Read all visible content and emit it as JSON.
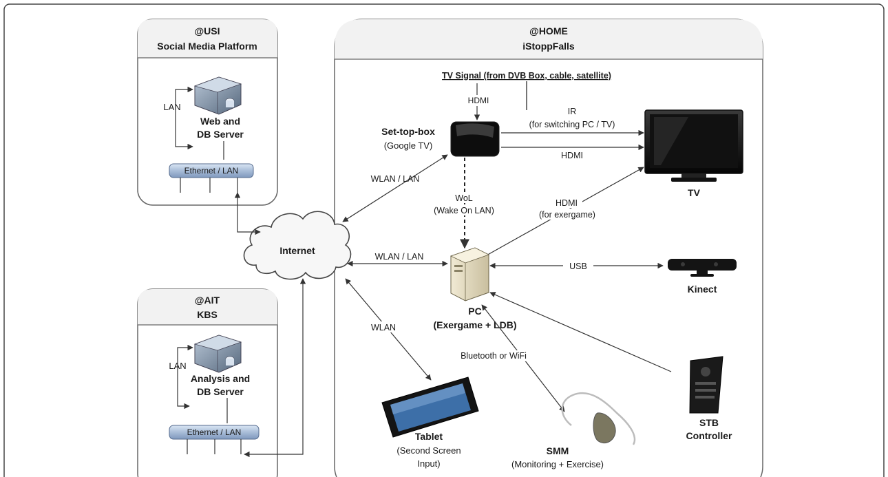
{
  "usi": {
    "title": "@USI",
    "subtitle": "Social Media Platform",
    "lan": "LAN",
    "server_line1": "Web and",
    "server_line2": "DB Server",
    "bus": "Ethernet / LAN"
  },
  "ait": {
    "title": "@AIT",
    "subtitle": "KBS",
    "lan": "LAN",
    "server_line1": "Analysis and",
    "server_line2": "DB Server",
    "bus": "Ethernet / LAN"
  },
  "home": {
    "title": "@HOME",
    "subtitle": "iStoppFalls"
  },
  "internet": "Internet",
  "tv_signal": "TV Signal (from DVB Box, cable, satellite)",
  "hdmi_top": "HDMI",
  "settop": {
    "line1": "Set-top-box",
    "line2": "(Google TV)"
  },
  "ir": {
    "line1": "IR",
    "line2": "(for switching PC / TV)"
  },
  "hdmi_tv": "HDMI",
  "tv": "TV",
  "wlan_lan_settop": "WLAN / LAN",
  "wol": {
    "line1": "WoL",
    "line2": "(Wake On LAN)"
  },
  "hdmi_exergame": {
    "line1": "HDMI",
    "line2": "(for exergame)"
  },
  "wlan_lan_pc": "WLAN / LAN",
  "usb": "USB",
  "kinect": "Kinect",
  "pc": {
    "line1": "PC",
    "line2": "(Exergame + LDB)"
  },
  "wlan": "WLAN",
  "bluetooth": "Bluetooth or WiFi",
  "tablet": {
    "line1": "Tablet",
    "line2": "(Second Screen",
    "line3": "Input)"
  },
  "smm": {
    "line1": "SMM",
    "line2": "(Monitoring + Exercise)"
  },
  "stb": {
    "line1": "STB",
    "line2": "Controller"
  },
  "colors": {
    "border": "#555555",
    "panel": "#ffffff",
    "bus": "#a9bdd8",
    "line": "#333333"
  }
}
